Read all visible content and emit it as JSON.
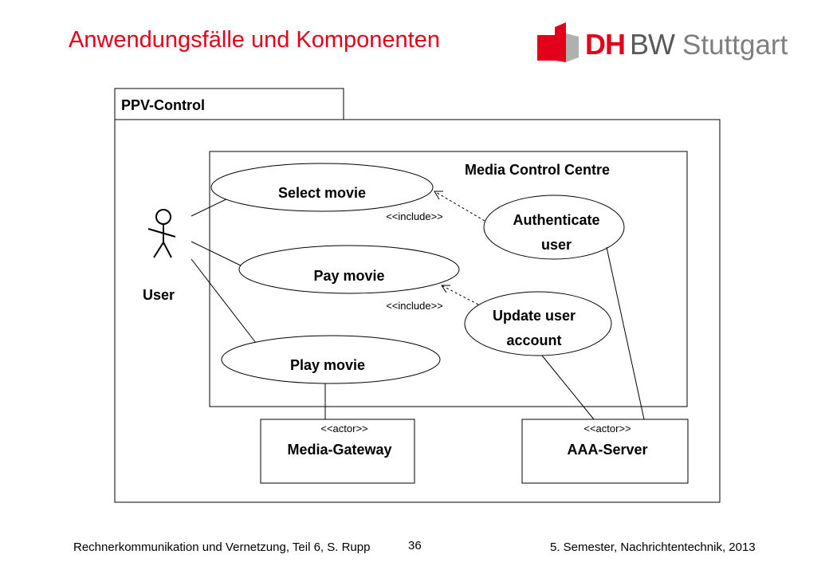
{
  "header": {
    "title": "Anwendungsfälle und Komponenten"
  },
  "logo": {
    "dh": "DH",
    "bw": "BW",
    "city": "Stuttgart",
    "colors": {
      "red": "#e2001a",
      "grey": "#595959"
    }
  },
  "diagram": {
    "system_label": "PPV-Control",
    "subsystem_label": "Media Control Centre",
    "actor": {
      "name": "User"
    },
    "use_cases": {
      "select": "Select movie",
      "pay": "Pay movie",
      "play": "Play movie",
      "auth_l1": "Authenticate",
      "auth_l2": "user",
      "update_l1": "Update user",
      "update_l2": "account"
    },
    "include_label_1": "<<include>>",
    "include_label_2": "<<include>>",
    "gateway": {
      "stereotype": "<<actor>>",
      "name": "Media-Gateway"
    },
    "aaa": {
      "stereotype": "<<actor>>",
      "name": "AAA-Server"
    }
  },
  "footer": {
    "left": "Rechnerkommunikation und Vernetzung, Teil 6, S. Rupp",
    "page": "36",
    "right": "5. Semester, Nachrichtentechnik, 2013"
  }
}
